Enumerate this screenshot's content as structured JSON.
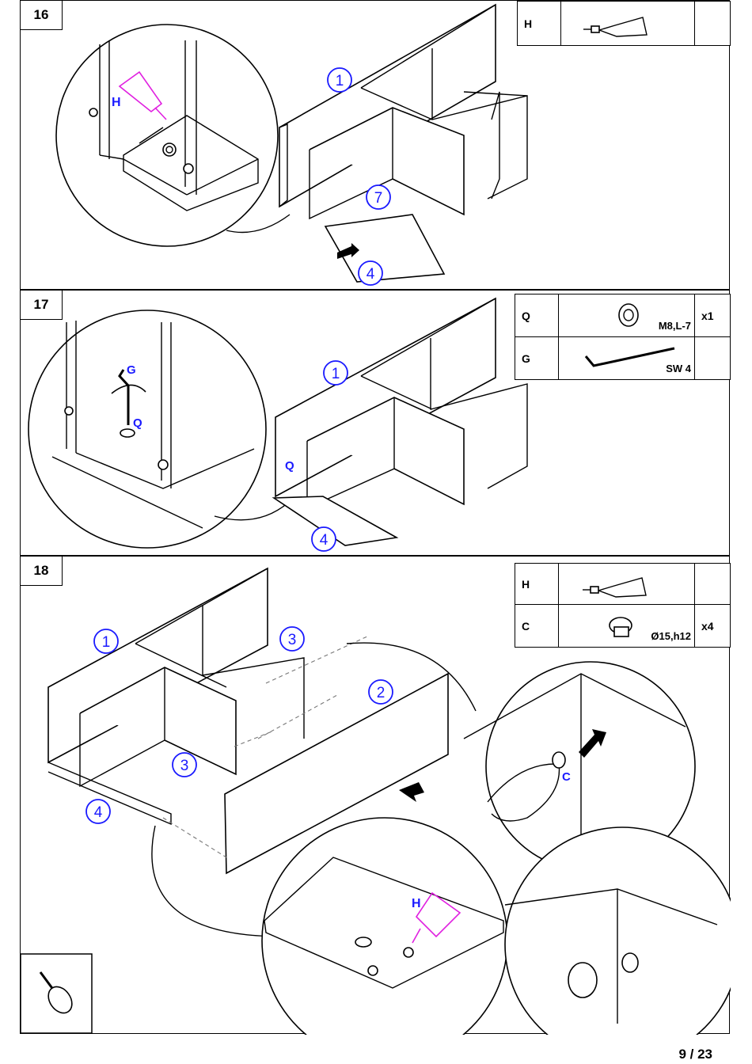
{
  "steps": [
    {
      "number": "16",
      "labels": {
        "glue": "H",
        "panel_top": "1",
        "panel_shelf": "7",
        "panel_bottom": "4"
      },
      "parts": [
        {
          "code": "H",
          "icon": "glue-tube-icon",
          "qty": ""
        }
      ]
    },
    {
      "number": "17",
      "labels": {
        "tool": "G",
        "fitting": "Q",
        "fitting_main": "Q",
        "panel_top": "1",
        "panel_bottom": "4"
      },
      "parts": [
        {
          "code": "Q",
          "icon": "cam-bolt-icon",
          "spec": "M8,L-7",
          "qty": "x1"
        },
        {
          "code": "G",
          "icon": "hex-key-icon",
          "spec": "SW 4",
          "qty": ""
        }
      ]
    },
    {
      "number": "18",
      "labels": {
        "panel_top": "1",
        "panel_side": "3",
        "panel_back": "2",
        "panel_shelf": "3",
        "panel_bottom": "4",
        "fitting": "C",
        "glue": "H"
      },
      "parts": [
        {
          "code": "H",
          "icon": "glue-tube-icon",
          "qty": ""
        },
        {
          "code": "C",
          "icon": "cam-lock-icon",
          "spec": "Ø15,h12",
          "qty": "x4"
        }
      ]
    }
  ],
  "page": "9 / 23",
  "colors": {
    "callout": "#1a1aff",
    "glue_highlight": "#e020e0"
  }
}
